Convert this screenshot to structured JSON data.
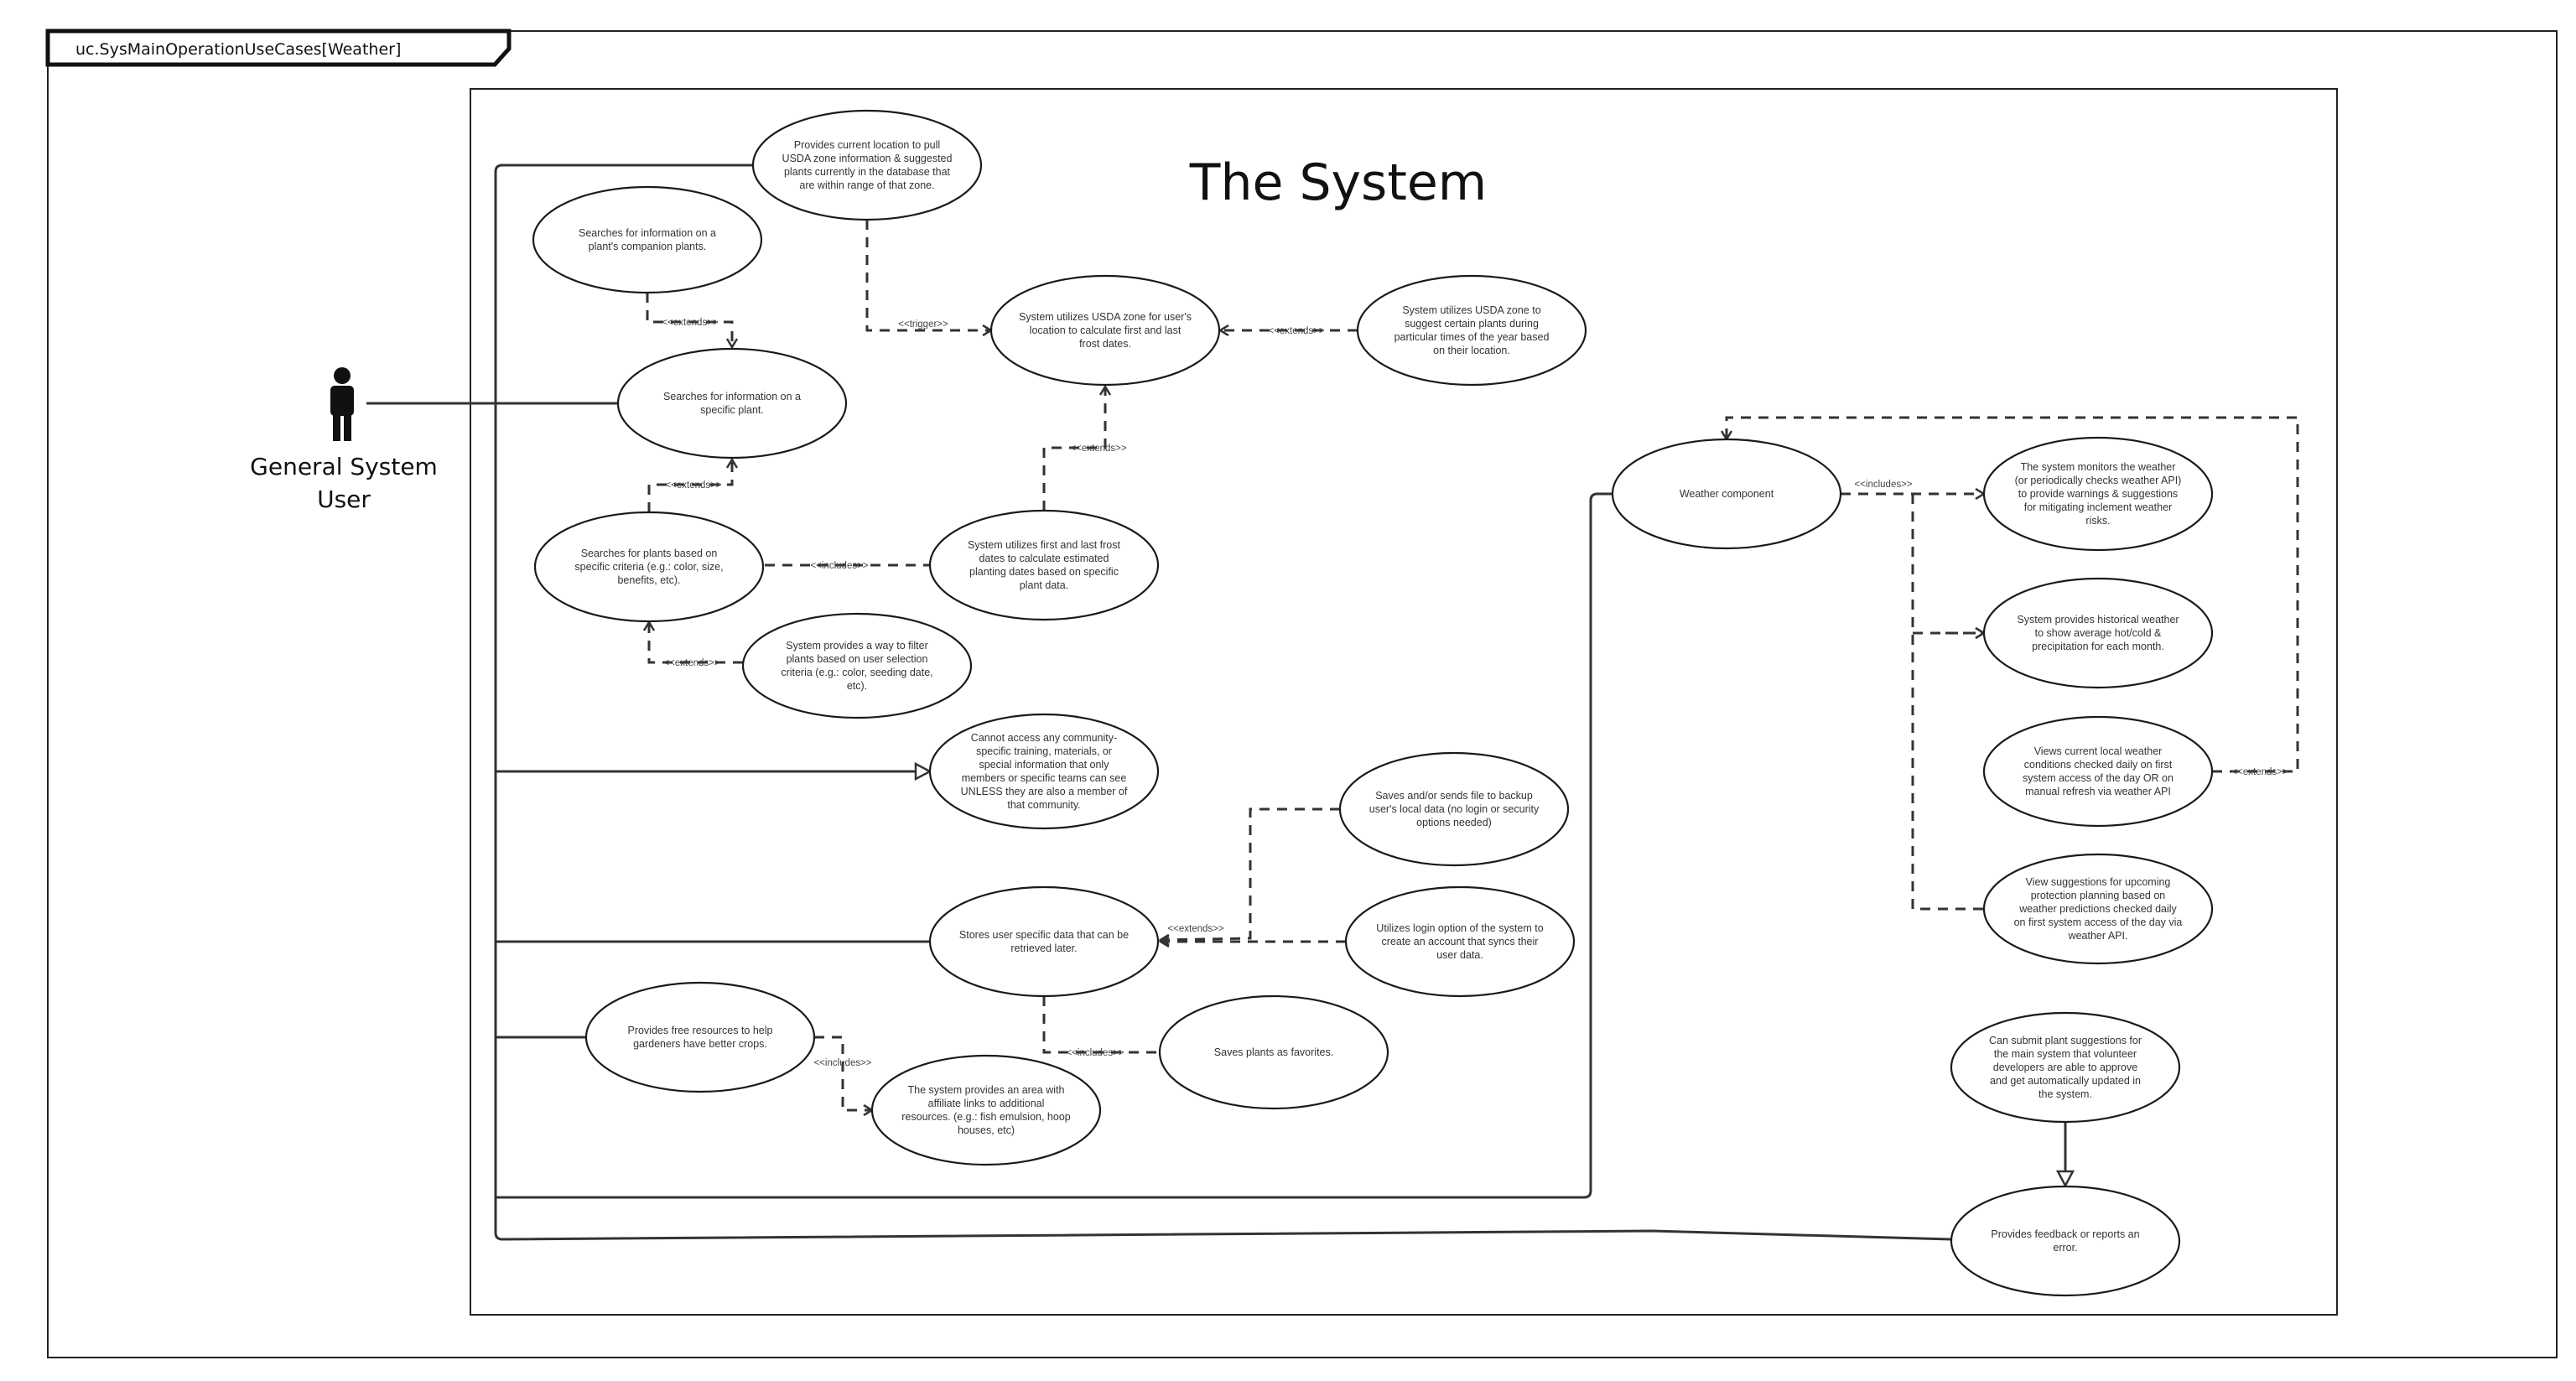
{
  "frame": {
    "title": "uc.SysMainOperationUseCases[Weather]"
  },
  "system": {
    "title": "The System"
  },
  "actor": {
    "label_line1": "General System",
    "label_line2": "User"
  },
  "relation_labels": {
    "trigger": "<<trigger>>",
    "extends": "<<extends>>",
    "includes": "<<includes>>"
  },
  "use_cases": [
    {
      "id": "current-location",
      "lines": [
        "Provides current location to pull",
        "USDA zone information & suggested",
        "plants currently in the database that",
        "are within range of that zone."
      ]
    },
    {
      "id": "companion-plants",
      "lines": [
        "Searches for information on a",
        "plant's companion plants."
      ]
    },
    {
      "id": "specific-plant",
      "lines": [
        "Searches for information on a",
        "specific plant."
      ]
    },
    {
      "id": "search-criteria",
      "lines": [
        "Searches for plants based on",
        "specific criteria (e.g.: color, size,",
        "benefits, etc)."
      ]
    },
    {
      "id": "filter-plants",
      "lines": [
        "System provides a way to filter",
        "plants based on user selection",
        "criteria (e.g.: color, seeding date,",
        "etc)."
      ]
    },
    {
      "id": "usda-frost-dates",
      "lines": [
        "System utilizes USDA zone for user's",
        "location to calculate first and last",
        "frost dates."
      ]
    },
    {
      "id": "usda-suggest-plants",
      "lines": [
        "System utilizes USDA zone to",
        "suggest certain plants during",
        "particular times of the year based",
        "on their location."
      ]
    },
    {
      "id": "planting-dates",
      "lines": [
        "System utilizes first and last frost",
        "dates to calculate estimated",
        "planting dates based on specific",
        "plant data."
      ]
    },
    {
      "id": "community-access",
      "lines": [
        "Cannot access any community-",
        "specific training, materials, or",
        "special information that only",
        "members or specific teams can see",
        "UNLESS they are also a member of",
        "that community."
      ]
    },
    {
      "id": "backup-local-data",
      "lines": [
        "Saves and/or sends file to backup",
        "user's local data (no login or security",
        "options needed)"
      ]
    },
    {
      "id": "store-user-data",
      "lines": [
        "Stores user specific data that can be",
        "retrieved later."
      ]
    },
    {
      "id": "login-sync",
      "lines": [
        "Utilizes login option of the system to",
        "create an account that syncs their",
        "user data."
      ]
    },
    {
      "id": "free-resources",
      "lines": [
        "Provides free resources to help",
        "gardeners have better crops."
      ]
    },
    {
      "id": "affiliate-links",
      "lines": [
        "The system provides an area with",
        "affiliate links to additional",
        "resources. (e.g.: fish emulsion, hoop",
        "houses, etc)"
      ]
    },
    {
      "id": "save-favorites",
      "lines": [
        "Saves plants as favorites."
      ]
    },
    {
      "id": "weather-component",
      "lines": [
        "Weather component"
      ]
    },
    {
      "id": "weather-monitor",
      "lines": [
        "The system monitors the weather",
        "(or periodically checks weather API)",
        "to provide warnings & suggestions",
        "for mitigating inclement weather",
        "risks."
      ]
    },
    {
      "id": "historical-weather",
      "lines": [
        "System provides historical weather",
        "to show average hot/cold &",
        "precipitation for each month."
      ]
    },
    {
      "id": "current-weather",
      "lines": [
        "Views current local weather",
        "conditions checked daily on first",
        "system access of the day OR on",
        "manual refresh via weather API"
      ]
    },
    {
      "id": "protection-suggestions",
      "lines": [
        "View suggestions for upcoming",
        "protection planning based on",
        "weather predictions checked daily",
        "on first system access of the day via",
        "weather API."
      ]
    },
    {
      "id": "submit-plant-suggestions",
      "lines": [
        "Can submit plant  suggestions for",
        "the main system that volunteer",
        "developers are able to approve",
        "and get automatically updated in",
        "the system."
      ]
    },
    {
      "id": "feedback-report",
      "lines": [
        "Provides feedback or reports an",
        "error."
      ]
    }
  ]
}
